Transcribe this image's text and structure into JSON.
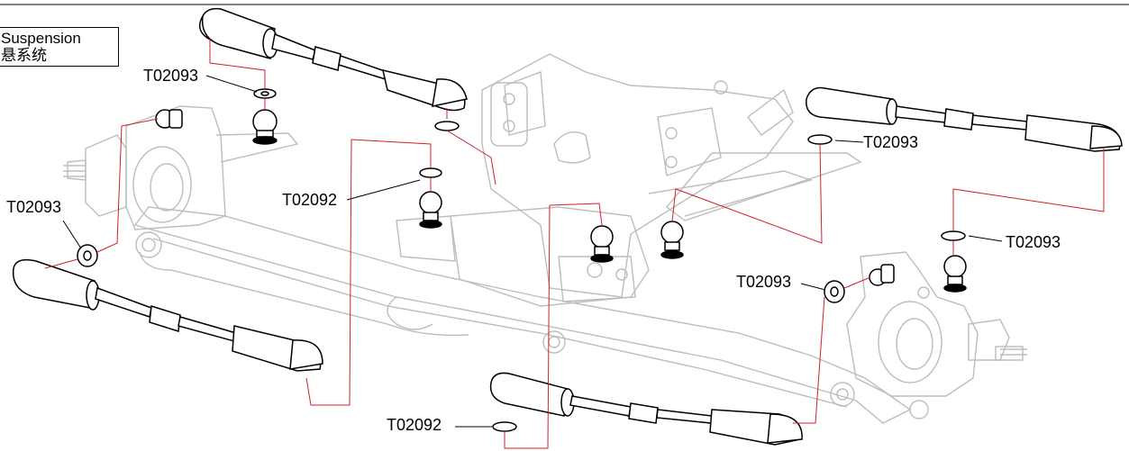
{
  "title": {
    "line1": "Suspension",
    "line2": "悬系统"
  },
  "callouts": [
    {
      "id": "c1",
      "label": "T02093"
    },
    {
      "id": "c2",
      "label": "T02093"
    },
    {
      "id": "c3",
      "label": "T02092"
    },
    {
      "id": "c4",
      "label": "T02093"
    },
    {
      "id": "c5",
      "label": "T02093"
    },
    {
      "id": "c6",
      "label": "T02093"
    },
    {
      "id": "c7",
      "label": "T02092"
    }
  ],
  "colors": {
    "line": "#000000",
    "chassis": "#bdbdbd",
    "leader": "#d21f2a",
    "part_fill": "#ffffff"
  }
}
